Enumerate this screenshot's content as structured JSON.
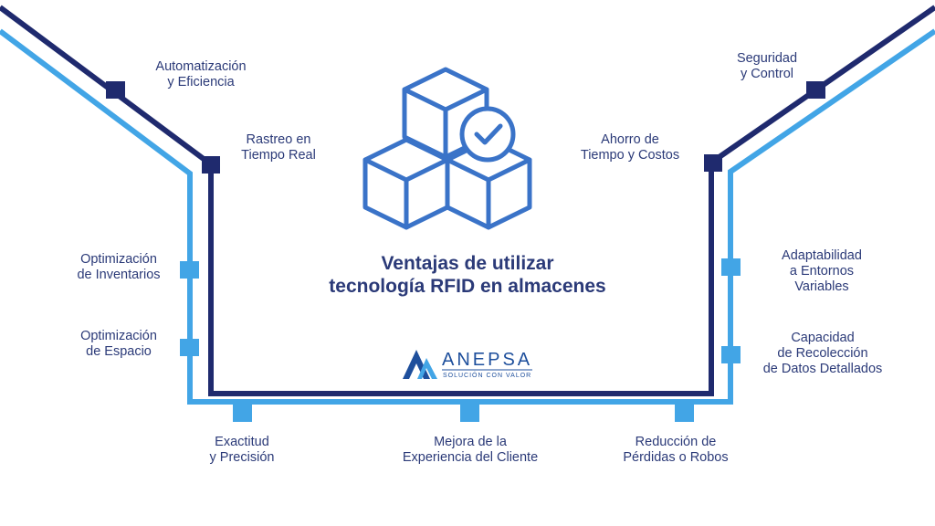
{
  "title": {
    "line1": "Ventajas de utilizar",
    "line2": "tecnología RFID en almacenes"
  },
  "brand": {
    "name": "ANEPSA",
    "tagline": "SOLUCIÓN CON VALOR",
    "logo_icon": "anepsa-mountain-logo-icon"
  },
  "central_icon": "cubes-with-check-icon",
  "colors": {
    "dark_line": "#1f2a6e",
    "light_line": "#42a5e6",
    "text": "#2b3a78",
    "icon": "#3a73c8",
    "brand": "#1e4f9c"
  },
  "benefits": [
    {
      "line1": "Automatización",
      "line2": "y Eficiencia"
    },
    {
      "line1": "Rastreo en",
      "line2": "Tiempo Real"
    },
    {
      "line1": "Optimización",
      "line2": "de Inventarios"
    },
    {
      "line1": "Optimización",
      "line2": "de Espacio"
    },
    {
      "line1": "Exactitud",
      "line2": "y Precisión"
    },
    {
      "line1": "Mejora de la",
      "line2": "Experiencia del Cliente"
    },
    {
      "line1": "Reducción de",
      "line2": "Pérdidas o Robos"
    },
    {
      "line1": "Capacidad",
      "line2": "de Recolección",
      "line3": "de Datos Detallados"
    },
    {
      "line1": "Adaptabilidad",
      "line2": "a Entornos",
      "line3": "Variables"
    },
    {
      "line1": "Ahorro de",
      "line2": "Tiempo y Costos"
    },
    {
      "line1": "Seguridad",
      "line2": "y Control"
    }
  ]
}
